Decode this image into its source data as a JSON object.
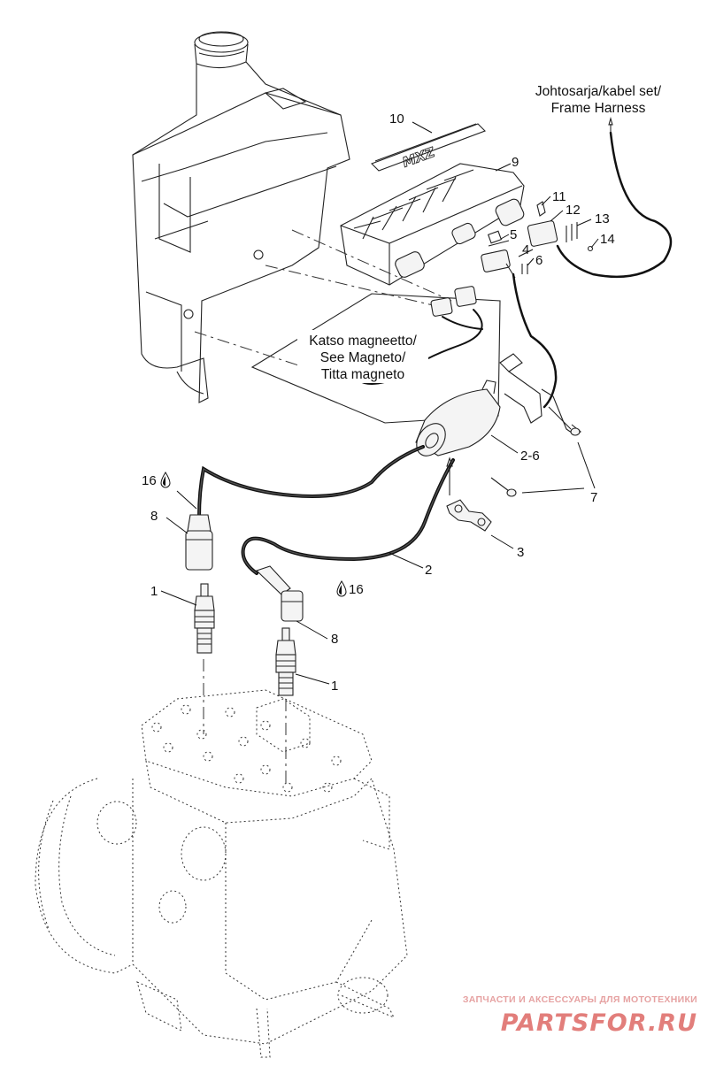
{
  "diagram": {
    "callouts": {
      "c1a": "1",
      "c1b": "1",
      "c2": "2",
      "c2_6": "2-6",
      "c3": "3",
      "c4": "4",
      "c5": "5",
      "c6": "6",
      "c7": "7",
      "c8a": "8",
      "c8b": "8",
      "c9": "9",
      "c10": "10",
      "c11": "11",
      "c12": "12",
      "c13": "13",
      "c14": "14",
      "c16a": "16",
      "c16b": "16"
    },
    "harness_note": [
      "Johtosarja/kabel set/",
      "Frame Harness"
    ],
    "magneto_note": [
      "Katso magneetto/",
      "See Magneto/",
      "Titta magneto"
    ],
    "decal_text": "MXZ",
    "colors": {
      "line": "#222222",
      "watermark_red": "#d9534f",
      "watermark_light": "#e6a2a2"
    }
  },
  "watermark": {
    "tagline": "ЗАПЧАСТИ И АКСЕССУАРЫ ДЛЯ МОТОТЕХНИКИ",
    "logo": "PARTSFOR.RU"
  }
}
